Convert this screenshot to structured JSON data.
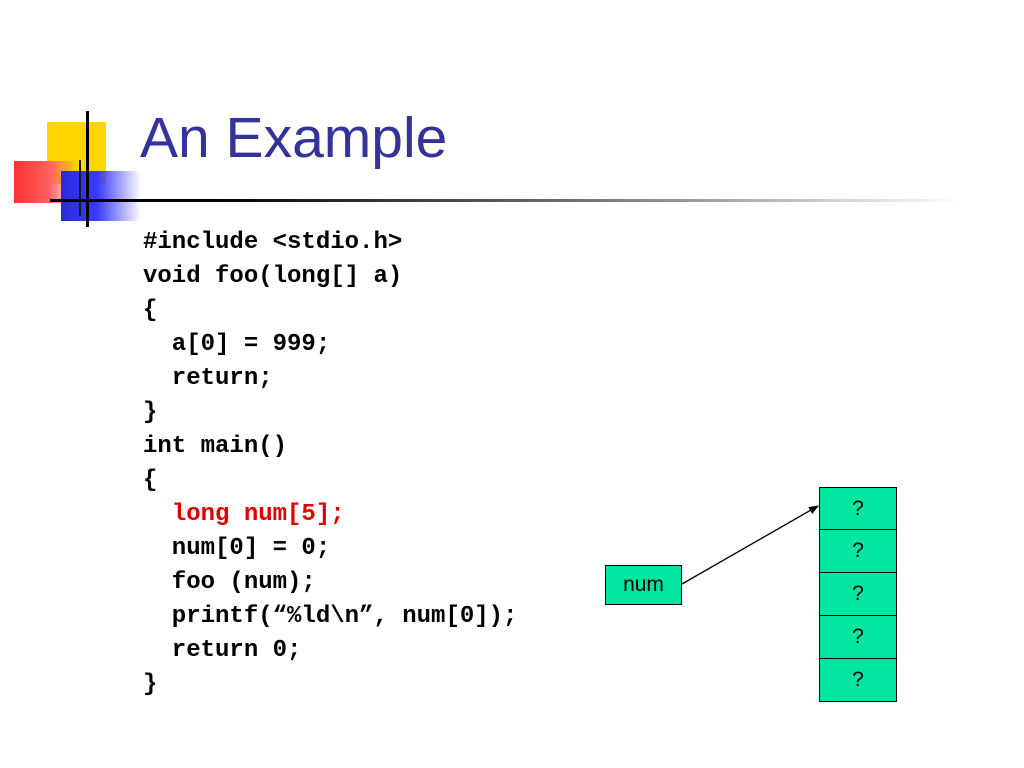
{
  "slide": {
    "title": "An Example",
    "code_lines": [
      {
        "text": "#include <stdio.h>",
        "highlight": false
      },
      {
        "text": "void foo(long[] a)",
        "highlight": false
      },
      {
        "text": "{",
        "highlight": false
      },
      {
        "text": "  a[0] = 999;",
        "highlight": false
      },
      {
        "text": "  return;",
        "highlight": false
      },
      {
        "text": "}",
        "highlight": false
      },
      {
        "text": "int main()",
        "highlight": false
      },
      {
        "text": "{",
        "highlight": false
      },
      {
        "text": "  long num[5];",
        "highlight": true
      },
      {
        "text": "  num[0] = 0;",
        "highlight": false
      },
      {
        "text": "  foo (num);",
        "highlight": false
      },
      {
        "text": "  printf(“%ld\\n”, num[0]);",
        "highlight": false
      },
      {
        "text": "  return 0;",
        "highlight": false
      },
      {
        "text": "}",
        "highlight": false
      }
    ]
  },
  "diagram": {
    "variable_label": "num",
    "array_cells": [
      "?",
      "?",
      "?",
      "?",
      "?"
    ]
  },
  "colors": {
    "title": "#333399",
    "highlight_code": "#e00000",
    "box_fill": "#00e6a0"
  }
}
